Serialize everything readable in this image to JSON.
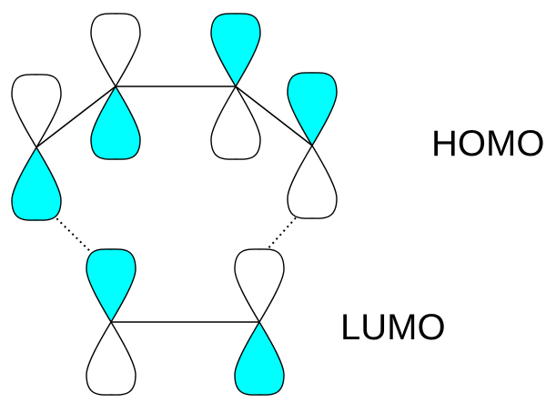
{
  "labels": {
    "homo": "HOMO",
    "lumo": "LUMO"
  },
  "colors": {
    "filled_lobe": "#00ffff",
    "empty_lobe": "#ffffff",
    "stroke": "#000000"
  },
  "diagram": {
    "homo_orbitals": [
      {
        "id": "c1",
        "top_filled": false,
        "bottom_filled": true
      },
      {
        "id": "c2",
        "top_filled": false,
        "bottom_filled": true
      },
      {
        "id": "c3",
        "top_filled": true,
        "bottom_filled": false
      },
      {
        "id": "c4",
        "top_filled": true,
        "bottom_filled": false
      }
    ],
    "lumo_orbitals": [
      {
        "id": "c5",
        "top_filled": true,
        "bottom_filled": false
      },
      {
        "id": "c6",
        "top_filled": false,
        "bottom_filled": true
      }
    ]
  }
}
